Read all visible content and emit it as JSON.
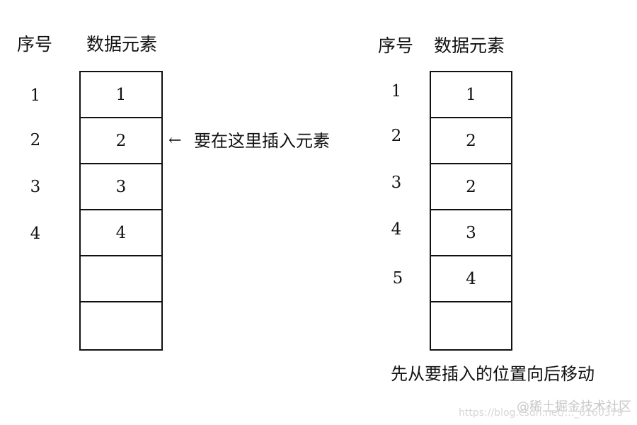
{
  "left": {
    "header_index": "序号",
    "header_elements": "数据元素",
    "indices": [
      "1",
      "2",
      "3",
      "4"
    ],
    "cells": [
      "1",
      "2",
      "3",
      "4",
      "",
      ""
    ],
    "insert_note": "要在这里插入元素",
    "arrow_symbol": "←"
  },
  "right": {
    "header_index": "序号",
    "header_elements": "数据元素",
    "indices": [
      "1",
      "2",
      "3",
      "4",
      "5"
    ],
    "cells": [
      "1",
      "2",
      "2",
      "3",
      "4",
      ""
    ],
    "caption": "先从要插入的位置向后移动"
  },
  "watermark": {
    "brand": "@稀土掘金技术社区",
    "url": "https://blog.csdn.net/..._6160379"
  }
}
